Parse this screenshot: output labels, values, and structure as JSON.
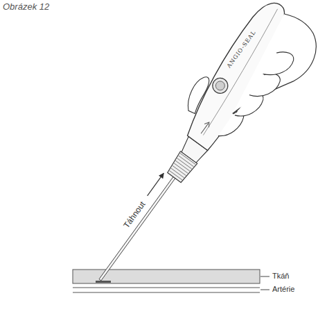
{
  "diagram": {
    "title": "Obrázek 12",
    "labels": [
      "ANGIO-SEAL",
      "Táhnout",
      "Tkáň",
      "Artérie"
    ]
  }
}
